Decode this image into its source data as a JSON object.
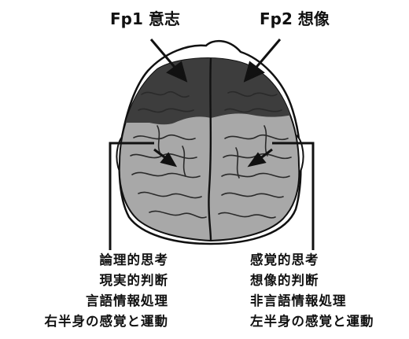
{
  "labels": {
    "fp1": "Fp1 意志",
    "fp2": "Fp2 想像"
  },
  "left_hemisphere": {
    "functions": [
      "論理的思考",
      "現実的判断",
      "言語情報処理",
      "右半身の感覚と運動"
    ]
  },
  "right_hemisphere": {
    "functions": [
      "感覚的思考",
      "想像的判断",
      "非言語情報処理",
      "左半身の感覚と運動"
    ]
  },
  "colors": {
    "frontal_region": "#3d3d3d",
    "brain_body": "#a8a8a8",
    "outline": "#111111",
    "sulci": "#2a2a2a"
  }
}
